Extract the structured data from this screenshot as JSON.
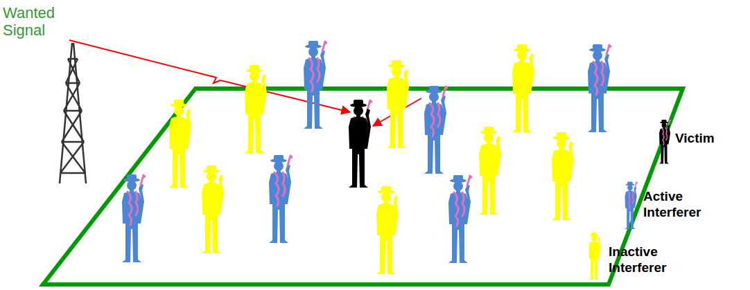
{
  "diagram": {
    "labels": [
      "Wanted Signal"
    ],
    "legend": [
      {
        "text": "Victim"
      },
      {
        "text": "Active Interferer"
      },
      {
        "text": "Inactive Interferer"
      }
    ]
  }
}
